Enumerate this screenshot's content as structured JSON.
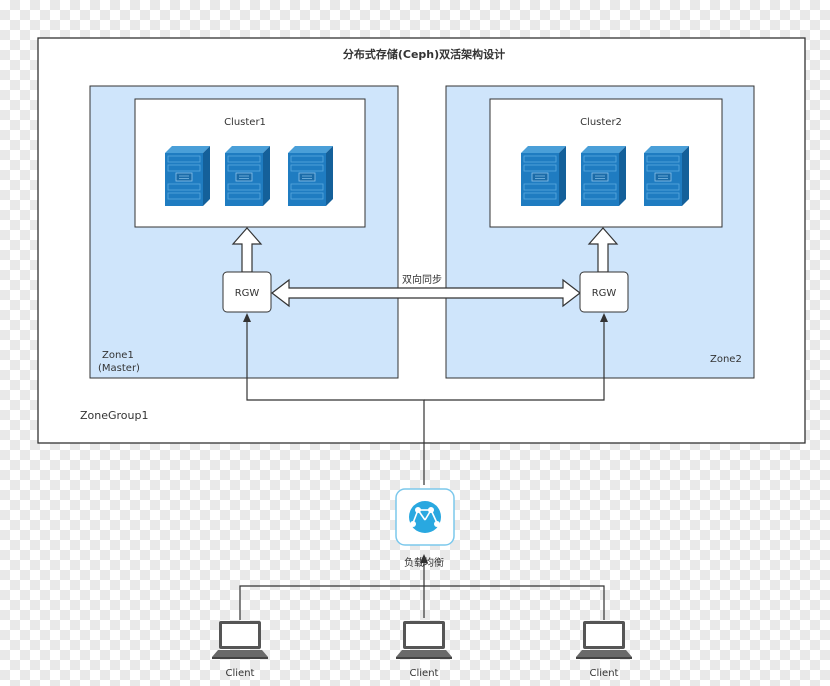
{
  "title": "分布式存储(Ceph)双活架构设计",
  "zonegroup": {
    "label": "ZoneGroup1"
  },
  "zones": [
    {
      "label": "Zone1",
      "sublabel": "(Master)",
      "cluster": "Cluster1",
      "gateway": "RGW"
    },
    {
      "label": "Zone2",
      "cluster": "Cluster2",
      "gateway": "RGW"
    }
  ],
  "sync_label": "双向同步",
  "load_balancer": {
    "label": "负载均衡",
    "icon": "load-balancer-icon"
  },
  "clients": [
    {
      "label": "Client",
      "icon": "laptop-icon"
    },
    {
      "label": "Client",
      "icon": "laptop-icon"
    },
    {
      "label": "Client",
      "icon": "laptop-icon"
    }
  ],
  "colors": {
    "zone_fill": "#cfe5fb",
    "server_front": "#1f7cc1",
    "server_side": "#14609a",
    "server_top": "#4a9fd8",
    "line": "#333333",
    "lb_icon": "#29a8e0"
  }
}
